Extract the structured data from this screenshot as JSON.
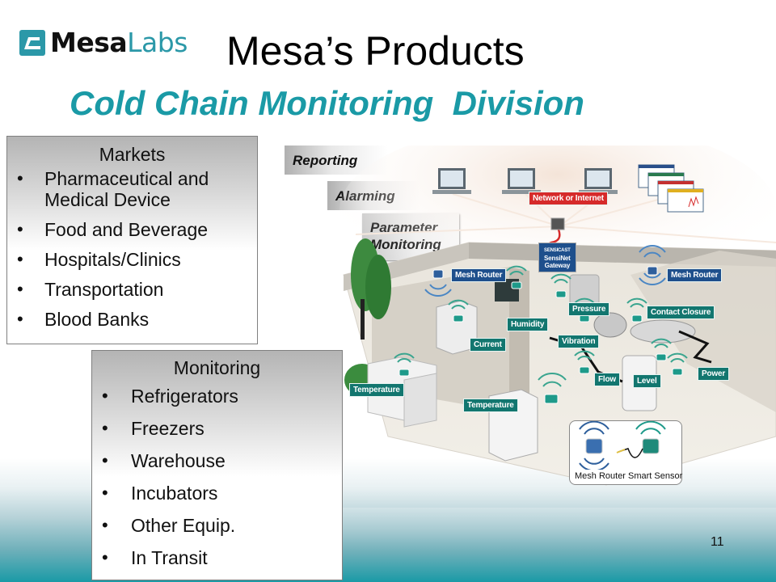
{
  "logo": {
    "brand_part1": "Mesa",
    "brand_part2": "Labs",
    "icon": "mesa-labs-logo-icon",
    "color": "#2b98a8"
  },
  "header": {
    "title": "Mesa’s Products",
    "subtitle": "Cold Chain Monitoring  Division",
    "subtitle_color": "#1a9aa6"
  },
  "markets": {
    "title": "Markets",
    "items": [
      "Pharmaceutical and",
      "Food and Beverage",
      "Hospitals/Clinics",
      "Transportation",
      "Blood Banks"
    ],
    "item0_line2": "Medical Device"
  },
  "monitoring": {
    "title": "Monitoring",
    "items": [
      "Refrigerators",
      "Freezers",
      "Warehouse",
      "Incubators",
      "Other Equip.",
      "In Transit"
    ]
  },
  "layers": {
    "reporting": "Reporting",
    "alarming": "Alarming",
    "parameter_line1": "Parameter",
    "parameter_line2": "Monitoring"
  },
  "diagram": {
    "network": "Network or Internet",
    "gateway_brand": "SENSICAST",
    "gateway_line1": "SensiNet",
    "gateway_line2": "Gateway",
    "mesh_router_left": "Mesh Router",
    "mesh_router_right": "Mesh Router",
    "sensors": {
      "humidity": "Humidity",
      "pressure": "Pressure",
      "contact_closure": "Contact Closure",
      "current": "Current",
      "vibration": "Vibration",
      "flow": "Flow",
      "level": "Level",
      "power": "Power",
      "temperature_left": "Temperature",
      "temperature_center": "Temperature"
    },
    "legend": {
      "mesh_router": "Mesh  Router",
      "smart_sensor": "Smart Sensor"
    },
    "colors": {
      "sensor_tag": "#12766f",
      "router_tag": "#1e4f8c",
      "network_tag": "#d62a2a",
      "signal": "#3aa58f",
      "router_signal": "#4a86c4"
    }
  },
  "footer": {
    "page_number": "11"
  }
}
